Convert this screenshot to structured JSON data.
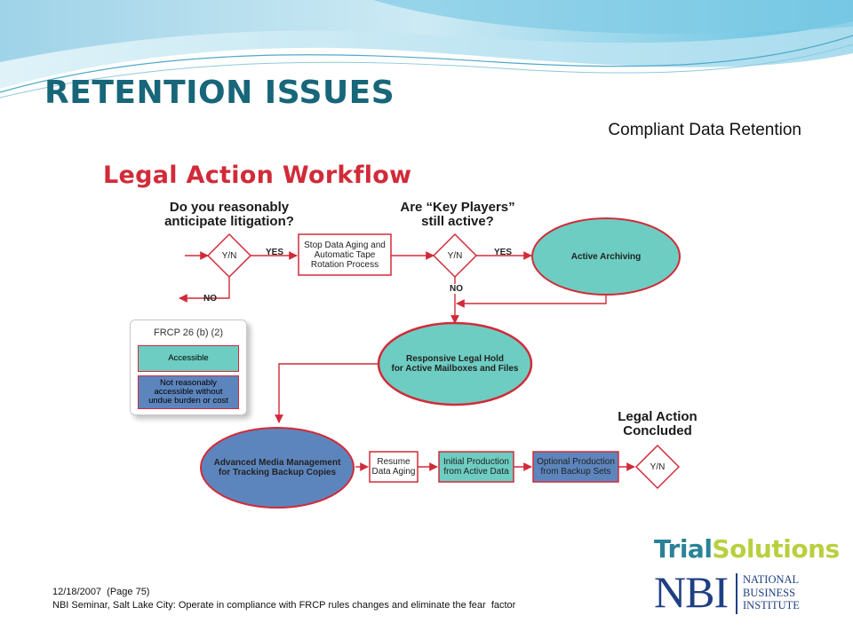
{
  "slide": {
    "title": "RETENTION ISSUES",
    "subtitle": "Compliant Data Retention"
  },
  "diagram": {
    "title": "Legal Action Workflow",
    "questions": {
      "litigation": [
        "Do you reasonably",
        "anticipate litigation?"
      ],
      "key_players": [
        "Are “Key Players”",
        "still active?"
      ],
      "concluded": [
        "Legal Action",
        "Concluded"
      ]
    },
    "decision_label": "Y/N",
    "edge_labels": {
      "yes": "YES",
      "no": "NO"
    },
    "nodes": {
      "stop_aging": [
        "Stop Data Aging and",
        "Automatic Tape",
        "Rotation Process"
      ],
      "active_archiving": "Active Archiving",
      "legal_hold": [
        "Responsive Legal Hold",
        "for Active Mailboxes and Files"
      ],
      "advanced_media": [
        "Advanced Media Management",
        "for Tracking Backup Copies"
      ],
      "resume_aging": [
        "Resume",
        "Data Aging"
      ],
      "initial_production": [
        "Initial Production",
        "from Active Data"
      ],
      "optional_production": [
        "Optional Production",
        "from Backup Sets"
      ]
    },
    "frcp": {
      "title": "FRCP 26 (b) (2)",
      "accessible": "Accessible",
      "not_accessible": [
        "Not reasonably",
        "accessible without",
        "undue burden or cost"
      ]
    },
    "colors": {
      "accent_red": "#d12b39",
      "teal": "#6ecdc2",
      "steel_blue": "#5d85bd",
      "title_teal": "#17667a"
    }
  },
  "logo": {
    "trial": "Trial",
    "solutions": "Solutions",
    "nbi": "NBI",
    "institute": [
      "NATIONAL",
      "BUSINESS",
      "INSTITUTE"
    ]
  },
  "footer": {
    "line1": "12/18/2007  (Page 75)",
    "line2": "NBI Seminar, Salt Lake City: Operate in compliance with FRCP rules changes and eliminate the fear  factor"
  }
}
